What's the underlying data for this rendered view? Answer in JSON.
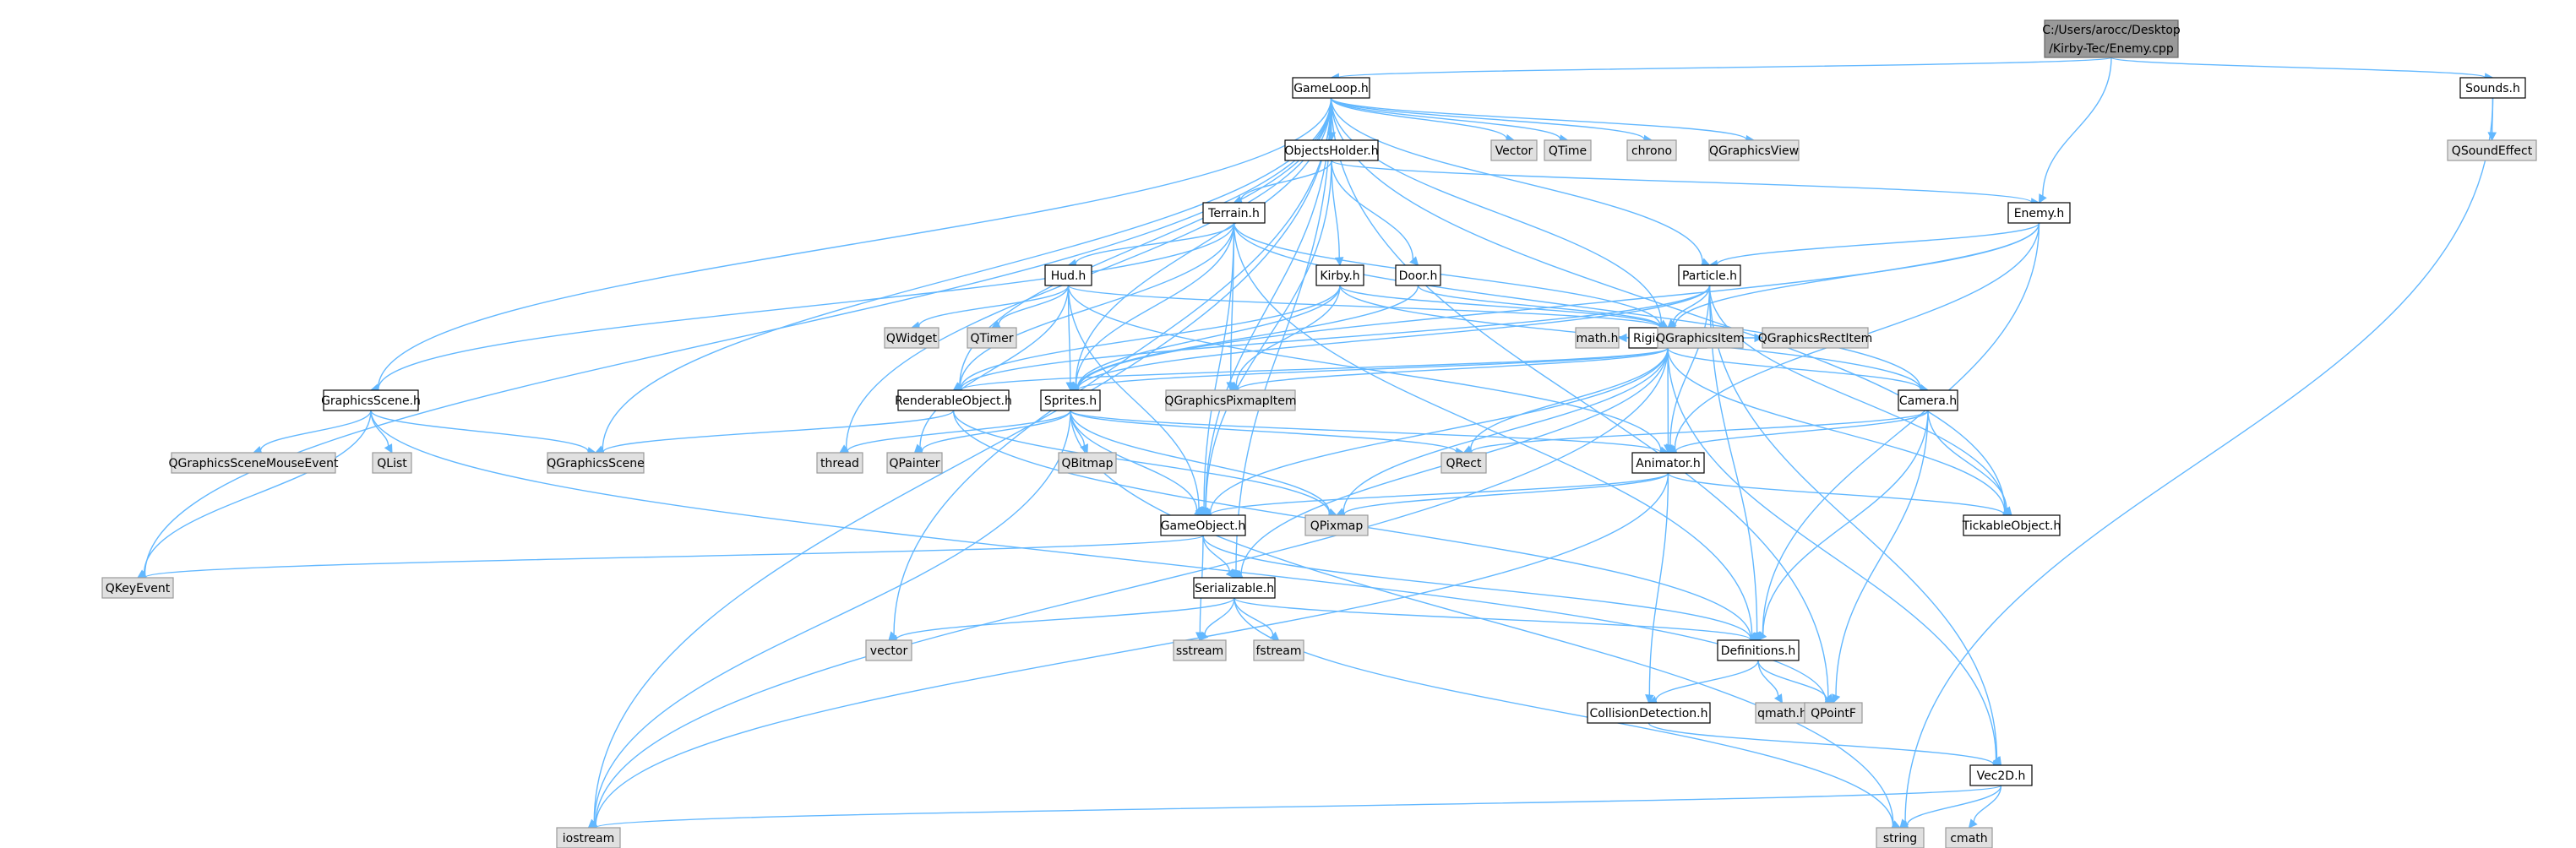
{
  "diagram": {
    "title": "C:/Users/arocc/Desktop/Kirby-Tec/Enemy.cpp",
    "colors": {
      "edge": "#63b8ff",
      "local_fill": "#ffffff",
      "system_fill": "#e0e0e0",
      "main_fill": "#999999"
    },
    "nodes": [
      {
        "id": "main",
        "lines": [
          "C:/Users/arocc/Desktop",
          "/Kirby-Tec/Enemy.cpp"
        ],
        "kind": "main"
      },
      {
        "id": "gameloop",
        "label": "GameLoop.h",
        "kind": "local"
      },
      {
        "id": "enemy",
        "label": "Enemy.h",
        "kind": "local"
      },
      {
        "id": "sounds",
        "label": "Sounds.h",
        "kind": "local"
      },
      {
        "id": "qsoundeffect",
        "label": "QSoundEffect",
        "kind": "system"
      },
      {
        "id": "objectsholder",
        "label": "ObjectsHolder.h",
        "kind": "local"
      },
      {
        "id": "vector_h",
        "label": "Vector",
        "kind": "system"
      },
      {
        "id": "qtime",
        "label": "QTime",
        "kind": "system"
      },
      {
        "id": "chrono",
        "label": "chrono",
        "kind": "system"
      },
      {
        "id": "qgraphicsview",
        "label": "QGraphicsView",
        "kind": "system"
      },
      {
        "id": "terrain",
        "label": "Terrain.h",
        "kind": "local"
      },
      {
        "id": "hud",
        "label": "Hud.h",
        "kind": "local"
      },
      {
        "id": "kirby",
        "label": "Kirby.h",
        "kind": "local"
      },
      {
        "id": "door",
        "label": "Door.h",
        "kind": "local"
      },
      {
        "id": "particle",
        "label": "Particle.h",
        "kind": "local"
      },
      {
        "id": "qwidget",
        "label": "QWidget",
        "kind": "system"
      },
      {
        "id": "qtimer",
        "label": "QTimer",
        "kind": "system"
      },
      {
        "id": "rigidbody",
        "label": "RigidBody.h",
        "kind": "local"
      },
      {
        "id": "graphicsscene",
        "label": "GraphicsScene.h",
        "kind": "local"
      },
      {
        "id": "renderableobject",
        "label": "RenderableObject.h",
        "kind": "local"
      },
      {
        "id": "sprites",
        "label": "Sprites.h",
        "kind": "local"
      },
      {
        "id": "qgraphicspixmapitem",
        "label": "QGraphicsPixmapItem",
        "kind": "system"
      },
      {
        "id": "math",
        "label": "math.h",
        "kind": "system"
      },
      {
        "id": "qgraphicsitem",
        "label": "QGraphicsItem",
        "kind": "system"
      },
      {
        "id": "qgraphicsrectitem",
        "label": "QGraphicsRectItem",
        "kind": "system"
      },
      {
        "id": "camera",
        "label": "Camera.h",
        "kind": "local"
      },
      {
        "id": "qgraphicsscenemouseevent",
        "label": "QGraphicsSceneMouseEvent",
        "kind": "system"
      },
      {
        "id": "qlist",
        "label": "QList",
        "kind": "system"
      },
      {
        "id": "qgraphicsscene",
        "label": "QGraphicsScene",
        "kind": "system"
      },
      {
        "id": "thread",
        "label": "thread",
        "kind": "system"
      },
      {
        "id": "qpainter",
        "label": "QPainter",
        "kind": "system"
      },
      {
        "id": "qbitmap",
        "label": "QBitmap",
        "kind": "system"
      },
      {
        "id": "qrect",
        "label": "QRect",
        "kind": "system"
      },
      {
        "id": "animator",
        "label": "Animator.h",
        "kind": "local"
      },
      {
        "id": "gameobject",
        "label": "GameObject.h",
        "kind": "local"
      },
      {
        "id": "qpixmap",
        "label": "QPixmap",
        "kind": "system"
      },
      {
        "id": "tickableobject",
        "label": "TickableObject.h",
        "kind": "local"
      },
      {
        "id": "qkeyevent",
        "label": "QKeyEvent",
        "kind": "system"
      },
      {
        "id": "serializable",
        "label": "Serializable.h",
        "kind": "local"
      },
      {
        "id": "vector",
        "label": "vector",
        "kind": "system"
      },
      {
        "id": "sstream",
        "label": "sstream",
        "kind": "system"
      },
      {
        "id": "fstream",
        "label": "fstream",
        "kind": "system"
      },
      {
        "id": "definitions",
        "label": "Definitions.h",
        "kind": "local"
      },
      {
        "id": "collisiondetection",
        "label": "CollisionDetection.h",
        "kind": "local"
      },
      {
        "id": "qmath",
        "label": "qmath.h",
        "kind": "system"
      },
      {
        "id": "qpointf",
        "label": "QPointF",
        "kind": "system"
      },
      {
        "id": "vec2d",
        "label": "Vec2D.h",
        "kind": "local"
      },
      {
        "id": "iostream",
        "label": "iostream",
        "kind": "system"
      },
      {
        "id": "string",
        "label": "string",
        "kind": "system"
      },
      {
        "id": "cmath",
        "label": "cmath",
        "kind": "system"
      }
    ],
    "edges": [
      [
        "main",
        "gameloop"
      ],
      [
        "main",
        "enemy"
      ],
      [
        "main",
        "sounds"
      ],
      [
        "sounds",
        "qsoundeffect"
      ],
      [
        "sounds",
        "string"
      ],
      [
        "gameloop",
        "objectsholder"
      ],
      [
        "gameloop",
        "vector_h"
      ],
      [
        "gameloop",
        "qtime"
      ],
      [
        "gameloop",
        "chrono"
      ],
      [
        "gameloop",
        "qgraphicsview"
      ],
      [
        "gameloop",
        "graphicsscene"
      ],
      [
        "gameloop",
        "qgraphicsscene"
      ],
      [
        "gameloop",
        "qkeyevent"
      ],
      [
        "gameloop",
        "iostream"
      ],
      [
        "gameloop",
        "vector"
      ],
      [
        "gameloop",
        "serializable"
      ],
      [
        "gameloop",
        "gameobject"
      ],
      [
        "gameloop",
        "renderableobject"
      ],
      [
        "gameloop",
        "thread"
      ],
      [
        "gameloop",
        "sprites"
      ],
      [
        "gameloop",
        "rigidbody"
      ],
      [
        "gameloop",
        "particle"
      ],
      [
        "gameloop",
        "tickableobject"
      ],
      [
        "gameloop",
        "qpointf"
      ],
      [
        "objectsholder",
        "enemy"
      ],
      [
        "objectsholder",
        "terrain"
      ],
      [
        "objectsholder",
        "kirby"
      ],
      [
        "objectsholder",
        "door"
      ],
      [
        "objectsholder",
        "gameobject"
      ],
      [
        "enemy",
        "particle"
      ],
      [
        "enemy",
        "rigidbody"
      ],
      [
        "enemy",
        "sprites"
      ],
      [
        "enemy",
        "animator"
      ],
      [
        "enemy",
        "definitions"
      ],
      [
        "terrain",
        "hud"
      ],
      [
        "terrain",
        "graphicsscene"
      ],
      [
        "terrain",
        "renderableobject"
      ],
      [
        "terrain",
        "sprites"
      ],
      [
        "terrain",
        "qgraphicspixmapitem"
      ],
      [
        "terrain",
        "rigidbody"
      ],
      [
        "terrain",
        "camera"
      ],
      [
        "terrain",
        "gameobject"
      ],
      [
        "terrain",
        "definitions"
      ],
      [
        "hud",
        "qwidget"
      ],
      [
        "hud",
        "qtimer"
      ],
      [
        "hud",
        "sprites"
      ],
      [
        "hud",
        "qpainter"
      ],
      [
        "hud",
        "rigidbody"
      ],
      [
        "hud",
        "animator"
      ],
      [
        "hud",
        "gameobject"
      ],
      [
        "kirby",
        "rigidbody"
      ],
      [
        "kirby",
        "sprites"
      ],
      [
        "kirby",
        "qgraphicspixmapitem"
      ],
      [
        "kirby",
        "camera"
      ],
      [
        "kirby",
        "renderableobject"
      ],
      [
        "door",
        "rigidbody"
      ],
      [
        "door",
        "sprites"
      ],
      [
        "particle",
        "rigidbody"
      ],
      [
        "particle",
        "sprites"
      ],
      [
        "particle",
        "animator"
      ],
      [
        "particle",
        "tickableobject"
      ],
      [
        "particle",
        "vec2d"
      ],
      [
        "particle",
        "renderableobject"
      ],
      [
        "particle",
        "definitions"
      ],
      [
        "rigidbody",
        "math"
      ],
      [
        "rigidbody",
        "qgraphicsitem"
      ],
      [
        "rigidbody",
        "qgraphicsrectitem"
      ],
      [
        "rigidbody",
        "camera"
      ],
      [
        "rigidbody",
        "sprites"
      ],
      [
        "rigidbody",
        "renderableobject"
      ],
      [
        "rigidbody",
        "qgraphicspixmapitem"
      ],
      [
        "rigidbody",
        "qrect"
      ],
      [
        "rigidbody",
        "animator"
      ],
      [
        "rigidbody",
        "gameobject"
      ],
      [
        "rigidbody",
        "serializable"
      ],
      [
        "rigidbody",
        "qpixmap"
      ],
      [
        "rigidbody",
        "tickableobject"
      ],
      [
        "rigidbody",
        "vec2d"
      ],
      [
        "rigidbody",
        "iostream"
      ],
      [
        "graphicsscene",
        "qgraphicsscenemouseevent"
      ],
      [
        "graphicsscene",
        "qlist"
      ],
      [
        "graphicsscene",
        "qgraphicsscene"
      ],
      [
        "graphicsscene",
        "qkeyevent"
      ],
      [
        "graphicsscene",
        "qpointf"
      ],
      [
        "renderableobject",
        "qgraphicsscene"
      ],
      [
        "renderableobject",
        "qpixmap"
      ],
      [
        "renderableobject",
        "definitions"
      ],
      [
        "sprites",
        "thread"
      ],
      [
        "sprites",
        "qpainter"
      ],
      [
        "sprites",
        "qbitmap"
      ],
      [
        "sprites",
        "qpixmap"
      ],
      [
        "sprites",
        "qrect"
      ],
      [
        "sprites",
        "animator"
      ],
      [
        "sprites",
        "string"
      ],
      [
        "sprites",
        "iostream"
      ],
      [
        "sprites",
        "gameobject"
      ],
      [
        "camera",
        "qrect"
      ],
      [
        "camera",
        "animator"
      ],
      [
        "camera",
        "tickableobject"
      ],
      [
        "camera",
        "definitions"
      ],
      [
        "camera",
        "qpointf"
      ],
      [
        "animator",
        "gameobject"
      ],
      [
        "animator",
        "qpixmap"
      ],
      [
        "animator",
        "tickableobject"
      ],
      [
        "animator",
        "collisiondetection"
      ],
      [
        "animator",
        "iostream"
      ],
      [
        "gameobject",
        "qkeyevent"
      ],
      [
        "gameobject",
        "serializable"
      ],
      [
        "gameobject",
        "sstream"
      ],
      [
        "gameobject",
        "definitions"
      ],
      [
        "serializable",
        "vector"
      ],
      [
        "serializable",
        "sstream"
      ],
      [
        "serializable",
        "fstream"
      ],
      [
        "serializable",
        "definitions"
      ],
      [
        "serializable",
        "string"
      ],
      [
        "definitions",
        "collisiondetection"
      ],
      [
        "definitions",
        "qmath"
      ],
      [
        "definitions",
        "qpointf"
      ],
      [
        "collisiondetection",
        "vec2d"
      ],
      [
        "vec2d",
        "iostream"
      ],
      [
        "vec2d",
        "string"
      ],
      [
        "vec2d",
        "cmath"
      ]
    ]
  }
}
